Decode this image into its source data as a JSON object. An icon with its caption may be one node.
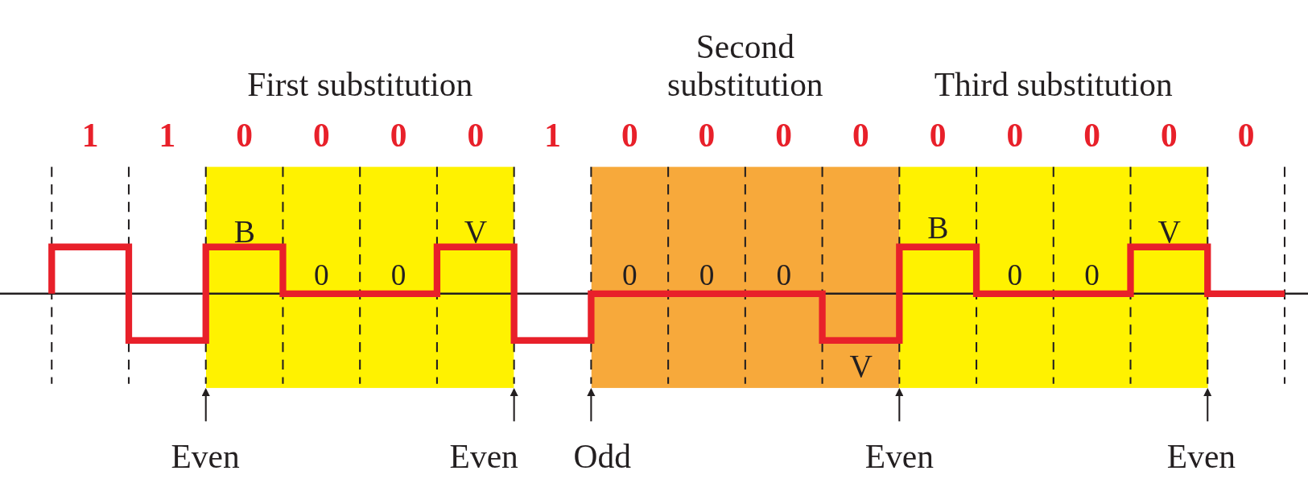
{
  "diagram": {
    "nodes": [
      {
        "text": [
          "First substitution"
        ]
      },
      {
        "text": [
          "Second substitution"
        ]
      },
      {
        "text": [
          "Third substitution"
        ]
      },
      {
        "text": [
          "Even"
        ]
      },
      {
        "text": [
          "Even"
        ]
      },
      {
        "text": [
          "Odd"
        ]
      },
      {
        "text": [
          "Even"
        ]
      },
      {
        "text": [
          "Even"
        ]
      }
    ],
    "edges": [
      {
        "from": 3,
        "to": 0,
        "arrow": "to"
      },
      {
        "from": 4,
        "to": 0,
        "arrow": "to"
      },
      {
        "from": 5,
        "to": 1,
        "arrow": "to"
      },
      {
        "from": 6,
        "to": 2,
        "arrow": "to"
      },
      {
        "from": 7,
        "to": 2,
        "arrow": "to"
      }
    ],
    "labels": [
      "1",
      "1",
      "0",
      "0",
      "0",
      "0",
      "1",
      "0",
      "0",
      "0",
      "0",
      "0",
      "0",
      "0",
      "0",
      "0",
      "B",
      "V",
      "B",
      "V",
      "0",
      "0",
      "0",
      "0",
      "0",
      "0",
      "0",
      "V"
    ]
  }
}
